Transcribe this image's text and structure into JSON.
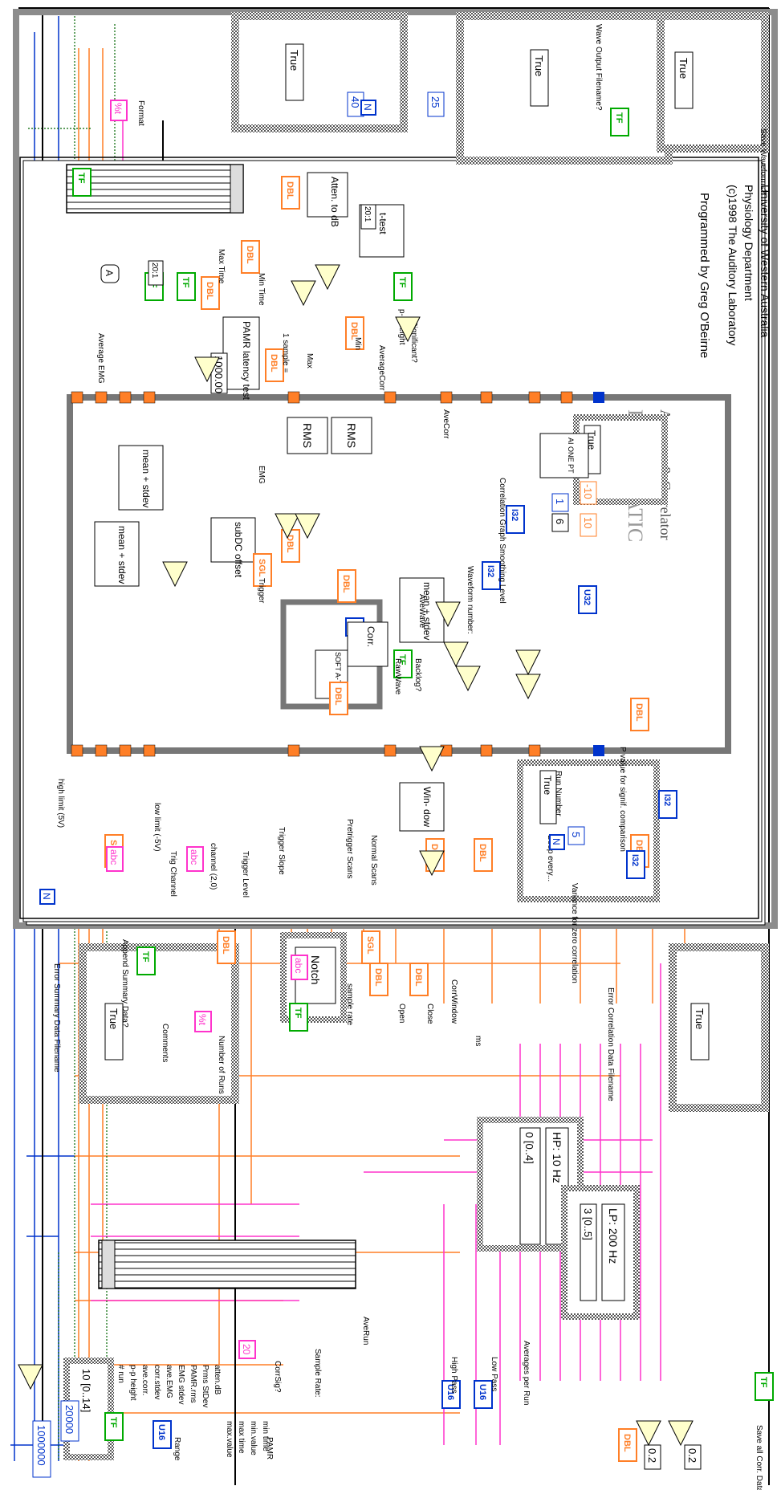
{
  "credits": {
    "title": "PAM-o-MATIC",
    "subtitle": "Averager & Correlator",
    "author": "Programmed by Greg O'Beirne",
    "copyright": "(c)1998 The Auditory Laboratory",
    "dept": "Physiology Department",
    "university": "University of Western Australia"
  },
  "case_true": "True",
  "labels": {
    "format": "Format",
    "format_pct": "%t",
    "format_pct2": "%t",
    "comments": "Comments",
    "number_of_runs": "Number of Runs",
    "append_summary": "Append Summary Data?",
    "error_summary_filename": "Error Summary Data Filename",
    "error_corr_filename": "Error Correlation Data Filename",
    "save_all_corr": "Save all Corr. Data?",
    "save_waveforms": "Save Waveforms?",
    "wave_output_filename": "Wave Output Filename?",
    "average_emg": "Average EMG",
    "max_time": "Max Time",
    "min_time": "Min Time",
    "pamr_latency_test": "PAMR latency test",
    "one_sample": "1 sample =",
    "max": "Max",
    "min": "Min",
    "average_corr": "AverageCorr",
    "p_p_height": "p-p height",
    "significant": "Significant?",
    "atten_to_db": "Atten. to dB",
    "t_test": "t-test",
    "emg": "EMG",
    "trigger": "Trigger",
    "ave_wave": "AveWave",
    "raw_wave": "RawWave",
    "backlog": "Backlog?",
    "corr_graph_smoothing": "Correlation Graph Smoothing Level",
    "ave_corr": "AveCorr",
    "waveform_number": "Waveform number:",
    "high_limit": "high limit (5V)",
    "low_limit": "low limit (-5V)",
    "trig_channel": "Trig Channel",
    "channel_2_0": "channel (2,0)",
    "trigger_level": "Trigger Level",
    "trigger_slope": "Trigger Slope",
    "pretrigger_scans": "Pretrigger Scans",
    "normal_scans": "Normal Scans",
    "window": "Win- dow",
    "run_number": "Run Number",
    "beep_every": "Beep every...",
    "variance_zero_corr": "Variance for zero correlation",
    "p_value_signif": "P value for signif. comparison",
    "notch": "Notch",
    "sample_rate": "sample rate",
    "open": "Open",
    "close": "Close",
    "corr_window": "CorrWindow",
    "ms": "ms",
    "high_pass": "High Pass",
    "low_pass": "Low Pass",
    "averages_per_run": "Averages per Run",
    "hp_value": "HP: 10 Hz",
    "lp_value": "LP: 200 Hz",
    "hp_range": "0 [0..4]",
    "lp_range": "3 [0..5]",
    "range": "Range",
    "ring_range": "10 [0..14]",
    "num_20000": "20000",
    "num_1000000": "1000000",
    "sample_rate_label": "Sample Rate:",
    "ave_run": "AveRun",
    "corr_sig": "CorrSig?",
    "pamr": "PAMR",
    "rms": "RMS",
    "mean_stdev": "mean + stdev",
    "sub_dc": "subDC offset",
    "corr": "Corr.",
    "soft_trig": "SOFT A-TRIG",
    "one_pt": "AI ONE PT",
    "mean_stdev2": "mean + stdev"
  },
  "summary_items": [
    "# run",
    "p-p height",
    "ave.corr.",
    "corr.stdev",
    "ave.EMG",
    "EMG stdev",
    "PAMR.rms",
    "Prms StDev",
    "atten.dB",
    "max.value",
    "max time",
    "min.value",
    "min time"
  ],
  "constants": {
    "c40": "40",
    "c25": "25",
    "c5": "5",
    "c6": "6",
    "c1": "1",
    "c10": "10",
    "cm10": "-10",
    "c1000": "1000.00",
    "c0_2": "0.2",
    "c20": "20",
    "dbl": "DBL",
    "sgl": "SGL",
    "tf": "TF",
    "i32": "I32",
    "u16": "U16",
    "u32": "U32",
    "abc": "abc",
    "n": "N",
    "i": "i",
    "ratio": "20:1",
    "a": "A"
  }
}
